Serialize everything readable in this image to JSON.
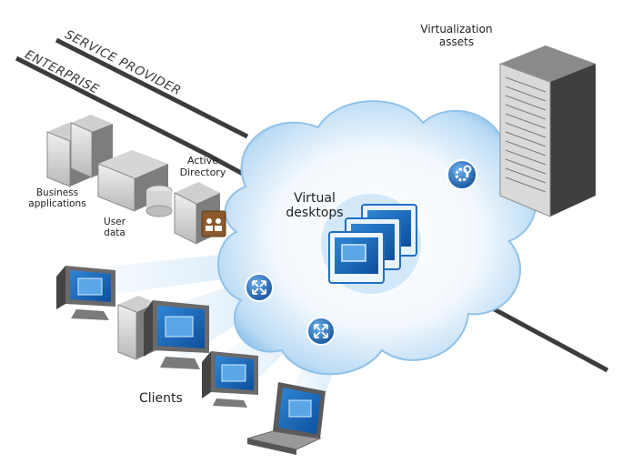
{
  "zones": {
    "service_provider": "SERVICE PROVIDER",
    "enterprise": "ENTERPRISE"
  },
  "labels": {
    "virtualization_assets_line1": "Virtualization",
    "virtualization_assets_line2": "assets",
    "virtual_desktops_line1": "Virtual",
    "virtual_desktops_line2": "desktops",
    "active_directory_line1": "Active",
    "active_directory_line2": "Directory",
    "business_applications_line1": "Business",
    "business_applications_line2": "applications",
    "user_data_line1": "User",
    "user_data_line2": "data",
    "clients": "Clients"
  },
  "icons": {
    "cloud": "cloud-icon",
    "server_rack": "server-rack-icon",
    "gear_badge": "gear-badge-icon",
    "connect_badge": "expand-arrows-badge-icon",
    "desktop_stack": "virtual-desktop-stack-icon",
    "tower_server": "tower-server-icon",
    "storage": "storage-array-icon",
    "directory": "active-directory-icon",
    "monitor": "monitor-icon",
    "laptop": "laptop-icon"
  },
  "colors": {
    "cloud_edge": "#7ab6e6",
    "accent_blue": "#1f6fc4",
    "divider_line": "#3c3c3c"
  }
}
